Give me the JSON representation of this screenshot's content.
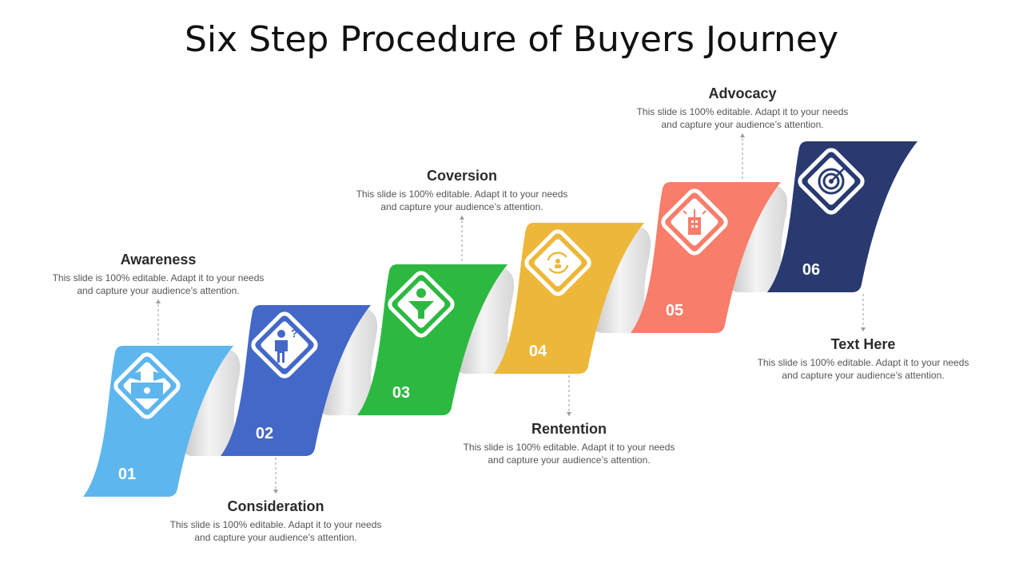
{
  "title": "Six Step Procedure of Buyers Journey",
  "steps": [
    {
      "number": "01",
      "title": "Awareness",
      "text": "This slide is 100% editable. Adapt it to your needs and capture your audience’s attention.",
      "color": "#5DB6EE",
      "icon": "megaphone-billboard-icon"
    },
    {
      "number": "02",
      "title": "Consideration",
      "text": "This slide is 100% editable. Adapt it to your needs and capture your audience’s attention.",
      "color": "#4468C8",
      "icon": "person-question-icon"
    },
    {
      "number": "03",
      "title": "Coversion",
      "text": "This slide is 100% editable. Adapt it to your needs and capture your audience’s attention.",
      "color": "#2DB941",
      "icon": "funnel-dollar-icon"
    },
    {
      "number": "04",
      "title": "Rentention",
      "text": "This slide is 100% editable. Adapt it to your needs and capture your audience’s attention.",
      "color": "#EDB73A",
      "icon": "cycle-person-icon"
    },
    {
      "number": "05",
      "title": "Advocacy",
      "text": "This slide is 100% editable. Adapt it to your needs and capture your audience’s attention.",
      "color": "#F87D6A",
      "icon": "building-broadcast-icon"
    },
    {
      "number": "06",
      "title": "Text Here",
      "text": "This slide is 100% editable. Adapt it to your needs and capture your audience’s attention.",
      "color": "#283A70",
      "icon": "target-icon"
    }
  ]
}
